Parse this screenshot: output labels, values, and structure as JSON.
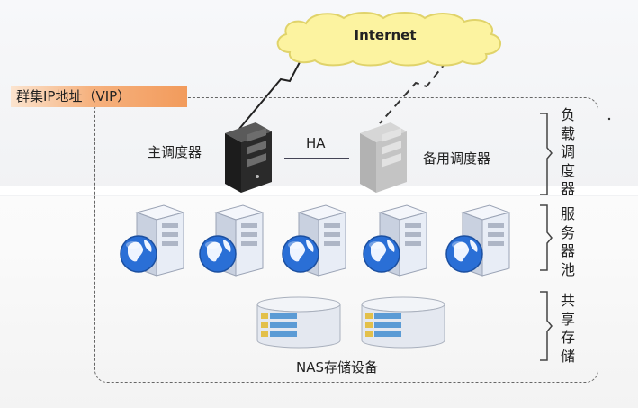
{
  "cloud": {
    "label": "Internet"
  },
  "vip": {
    "label": "群集IP地址（VIP）"
  },
  "scheduler": {
    "primary_label": "主调度器",
    "backup_label": "备用调度器",
    "ha_label": "HA"
  },
  "storage": {
    "label": "NAS存储设备"
  },
  "layers": {
    "load_balancer": "负载调度器",
    "server_pool": "服务器池",
    "shared_storage": "共享存储"
  },
  "counts": {
    "servers": 5,
    "nas_units": 2
  },
  "colors": {
    "cloud_fill": "#fcf3a0",
    "cloud_stroke": "#e0d36a",
    "vip_gradient_end": "#f29b5c",
    "server_body": "#e8edf6",
    "globe": "#2a6fd6",
    "nas_slot": "#5b9bd5"
  },
  "icons": {
    "cloud": "cloud-icon",
    "primary_server": "tower-server-icon",
    "backup_server": "tower-server-icon",
    "pool_server": "web-server-globe-icon",
    "nas": "storage-array-icon"
  }
}
